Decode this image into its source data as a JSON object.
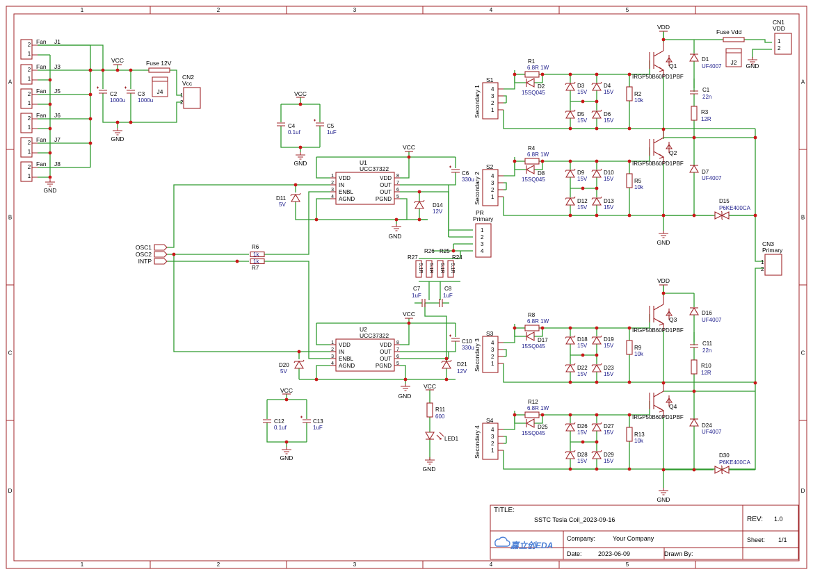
{
  "frame": {
    "col_labels": [
      "1",
      "2",
      "3",
      "4",
      "5"
    ],
    "row_labels": [
      "A",
      "B",
      "C",
      "D"
    ]
  },
  "colors": {
    "border": "#a0262a",
    "wire": "#2e9a2e",
    "part": "#a0262a",
    "label": "#000000",
    "value": "#1b1b8a",
    "junction": "#c81818"
  },
  "title_block": {
    "title_label": "TITLE:",
    "title_value": "SSTC Tesla Coil_2023-09-16",
    "rev_label": "REV:",
    "rev_value": "1.0",
    "company_label": "Company:",
    "company_value": "Your Company",
    "sheet_label": "Sheet:",
    "sheet_value": "1/1",
    "date_label": "Date:",
    "date_value": "2023-06-09",
    "drawn_label": "Drawn By:",
    "drawn_value": "",
    "logo_text": "嘉立创EDA"
  },
  "fan_connectors": [
    {
      "ref": "J1",
      "label": "Fan",
      "pins": [
        "2",
        "1"
      ]
    },
    {
      "ref": "J3",
      "label": "Fan",
      "pins": [
        "2",
        "1"
      ]
    },
    {
      "ref": "J5",
      "label": "Fan",
      "pins": [
        "2",
        "1"
      ]
    },
    {
      "ref": "J6",
      "label": "Fan",
      "pins": [
        "2",
        "1"
      ]
    },
    {
      "ref": "J7",
      "label": "Fan",
      "pins": [
        "2",
        "1"
      ]
    },
    {
      "ref": "J8",
      "label": "Fan",
      "pins": [
        "2",
        "1"
      ]
    }
  ],
  "fan_power": {
    "vcc": "VCC",
    "gnd": "GND",
    "fuse_label": "Fuse 12V",
    "fuse_ref": "J4",
    "cn2_ref": "CN2",
    "cn2_label": "Vcc",
    "cn2_pins": [
      "1",
      "2"
    ],
    "c2_ref": "C2",
    "c2_val": "1000u",
    "c3_ref": "C3",
    "c3_val": "1000u",
    "fan_gnd": "GND"
  },
  "decoupling_top": {
    "vcc": "VCC",
    "gnd": "GND",
    "c4_ref": "C4",
    "c4_val": "0.1uf",
    "c5_ref": "C5",
    "c5_val": "1uF"
  },
  "decoupling_bottom": {
    "vcc": "VCC",
    "gnd": "GND",
    "c12_ref": "C12",
    "c12_val": "0.1uf",
    "c13_ref": "C13",
    "c13_val": "1uF"
  },
  "drivers": [
    {
      "ref": "U1",
      "part": "UCC37322",
      "vcc": "VCC",
      "gnd": "GND",
      "pins_left": [
        "VDD",
        "IN",
        "ENBL",
        "AGND"
      ],
      "nums_left": [
        "1",
        "2",
        "3",
        "4"
      ],
      "pins_right": [
        "VDD",
        "OUT",
        "OUT",
        "PGND"
      ],
      "nums_right": [
        "8",
        "7",
        "6",
        "5"
      ],
      "zener_in_ref": "D11",
      "zener_in_val": "5V",
      "zener_out_ref": "D14",
      "zener_out_val": "12V",
      "cap_ref": "C6",
      "cap_val": "330u"
    },
    {
      "ref": "U2",
      "part": "UCC37322",
      "vcc": "VCC",
      "gnd": "GND",
      "pins_left": [
        "VDD",
        "IN",
        "ENBL",
        "AGND"
      ],
      "nums_left": [
        "1",
        "2",
        "3",
        "4"
      ],
      "pins_right": [
        "VDD",
        "OUT",
        "OUT",
        "PGND"
      ],
      "nums_right": [
        "8",
        "7",
        "6",
        "5"
      ],
      "zener_in_ref": "D20",
      "zener_in_val": "5V",
      "zener_out_ref": "D21",
      "zener_out_val": "12V",
      "cap_ref": "C10",
      "cap_val": "330u"
    }
  ],
  "inputs": {
    "ports": [
      "OSC1",
      "OSC2",
      "INTP"
    ],
    "r6_ref": "R6",
    "r6_val": "1k",
    "r7_ref": "R7",
    "r7_val": "1k"
  },
  "primary_connector": {
    "ref": "PR",
    "label": "Primary",
    "pins": [
      "1",
      "2",
      "3",
      "4"
    ]
  },
  "resistor_bank": {
    "refs": [
      "R27",
      "R26",
      "R25",
      "R24"
    ],
    "val": "5.1R",
    "c7_ref": "C7",
    "c7_val": "1uF",
    "c8_ref": "C8",
    "c8_val": "1uF"
  },
  "led": {
    "vcc": "VCC",
    "r_ref": "R11",
    "r_val": "600",
    "led_ref": "LED1",
    "gnd": "GND"
  },
  "stages": [
    {
      "s_ref": "S1",
      "s_label": "Secondary 1",
      "r_ref": "R1",
      "r_val": "6.8R 1W",
      "dr_ref": "D2",
      "dr_val": "15SQ045",
      "zeners": [
        [
          "D3",
          "15V"
        ],
        [
          "D4",
          "15V"
        ],
        [
          "D5",
          "15V"
        ],
        [
          "D6",
          "15V"
        ]
      ],
      "rg_ref": "R2",
      "rg_val": "10k",
      "q_ref": "Q1",
      "q_val": "IRGP50B60PD1PBF",
      "pins": [
        "4",
        "3",
        "2",
        "1"
      ]
    },
    {
      "s_ref": "S2",
      "s_label": "Secondary 2",
      "r_ref": "R4",
      "r_val": "6.8R 1W",
      "dr_ref": "D8",
      "dr_val": "15SQ045",
      "zeners": [
        [
          "D9",
          "15V"
        ],
        [
          "D10",
          "15V"
        ],
        [
          "D12",
          "15V"
        ],
        [
          "D13",
          "15V"
        ]
      ],
      "rg_ref": "R5",
      "rg_val": "10k",
      "q_ref": "Q2",
      "q_val": "IRGP50B60PD1PBF",
      "pins": [
        "4",
        "3",
        "2",
        "1"
      ]
    },
    {
      "s_ref": "S3",
      "s_label": "Secondary 3",
      "r_ref": "R8",
      "r_val": "6.8R 1W",
      "dr_ref": "D17",
      "dr_val": "15SQ045",
      "zeners": [
        [
          "D18",
          "15V"
        ],
        [
          "D19",
          "15V"
        ],
        [
          "D22",
          "15V"
        ],
        [
          "D23",
          "15V"
        ]
      ],
      "rg_ref": "R9",
      "rg_val": "10k",
      "q_ref": "Q3",
      "q_val": "IRGP50B60PD1PBF",
      "pins": [
        "4",
        "3",
        "2",
        "1"
      ]
    },
    {
      "s_ref": "S4",
      "s_label": "Secondary 4",
      "r_ref": "R12",
      "r_val": "6.8R 1W",
      "dr_ref": "D25",
      "dr_val": "15SQ045",
      "zeners": [
        [
          "D26",
          "15V"
        ],
        [
          "D27",
          "15V"
        ],
        [
          "D28",
          "15V"
        ],
        [
          "D29",
          "15V"
        ]
      ],
      "rg_ref": "R13",
      "rg_val": "10k",
      "q_ref": "Q4",
      "q_val": "IRGP50B60PD1PBF",
      "pins": [
        "4",
        "3",
        "2",
        "1"
      ]
    }
  ],
  "half_bridges": [
    {
      "vdd": "VDD",
      "gnd": "GND",
      "d_hi_ref": "D1",
      "d_hi_val": "UF4007",
      "c_ref": "C1",
      "c_val": "22n",
      "r_ref": "R3",
      "r_val": "12R",
      "d_lo_ref": "D7",
      "d_lo_val": "UF4007",
      "tvs_ref": "D15",
      "tvs_val": "P6KE400CA"
    },
    {
      "vdd": "VDD",
      "gnd": "GND",
      "d_hi_ref": "D16",
      "d_hi_val": "UF4007",
      "c_ref": "C11",
      "c_val": "22n",
      "r_ref": "R10",
      "r_val": "12R",
      "d_lo_ref": "D24",
      "d_lo_val": "UF4007",
      "tvs_ref": "D30",
      "tvs_val": "P6KE400CA"
    }
  ],
  "vdd_input": {
    "fuse_label": "Fuse Vdd",
    "fuse_ref": "J2",
    "gnd": "GND",
    "cn1_ref": "CN1",
    "cn1_label": "VDD",
    "cn1_pins": [
      "1",
      "2"
    ]
  },
  "cn3": {
    "ref": "CN3",
    "label": "Primary",
    "pins": [
      "1",
      "2"
    ]
  }
}
